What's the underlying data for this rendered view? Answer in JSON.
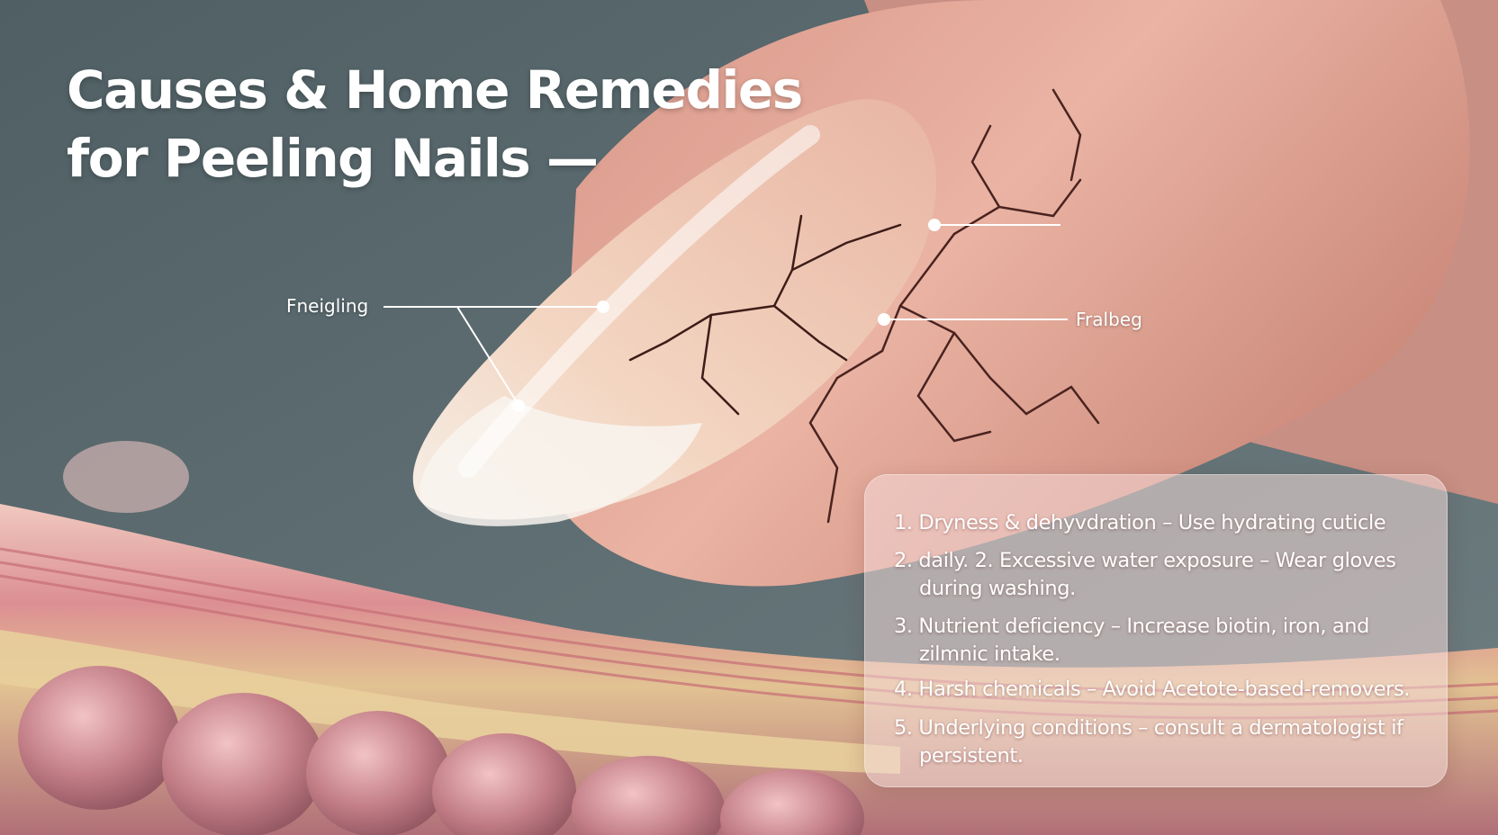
{
  "title": {
    "line1": "Causes & Home Remedies",
    "line2": "for Peeling Nails —"
  },
  "callouts": {
    "left_label": "Fneigling",
    "right_label": "Fralbeg"
  },
  "remedies": [
    "1. Dryness & dehyvdration – Use hydrating cuticle",
    "2. daily. 2. Excessive water exposure – Wear gloves during washing.",
    "3. Nutrient deficiency – Increase biotin, iron, and zilmnic intake.",
    "4. Harsh chemicals – Avoid Acetote-based-removers.",
    "5. Underlying conditions – consult a dermatologist if persistent."
  ],
  "colors": {
    "background_teal": "#5d6c70",
    "skin": "#e4a293",
    "nail": "#f1d2bf",
    "panel": "#f4dad8"
  }
}
